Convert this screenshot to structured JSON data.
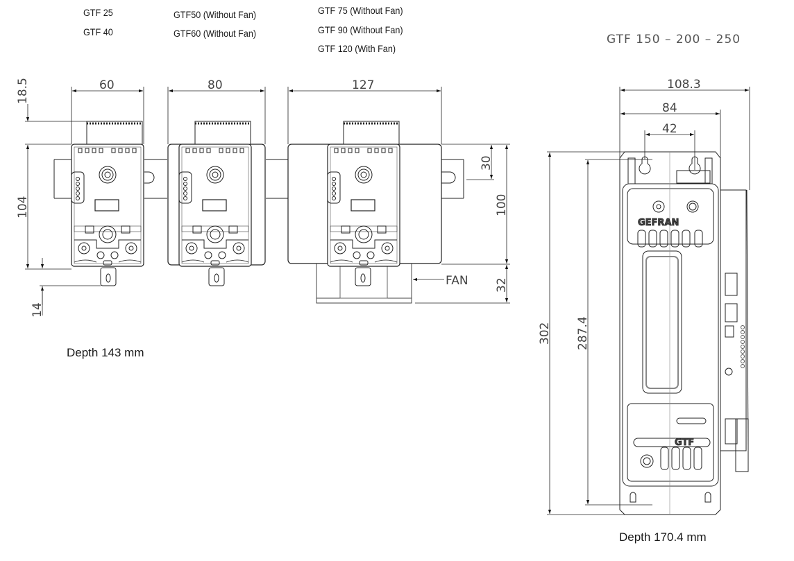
{
  "model_groups": [
    {
      "models": [
        "GTF 25",
        "GTF 40"
      ]
    },
    {
      "models": [
        "GTF50 (Without Fan)",
        "GTF60 (Without Fan)"
      ]
    },
    {
      "models": [
        "GTF 75 (Without Fan)",
        "GTF 90 (Without Fan)",
        "GTF 120 (With Fan)"
      ]
    }
  ],
  "large_model_title": "GTF 150 – 200 – 250",
  "small_units": {
    "unit1_width": "60",
    "unit2_width": "80",
    "unit3_width": "127",
    "terminal_height": "18.5",
    "height": "104",
    "tab_height": "14",
    "rail_offset": "30",
    "unit3_height": "100",
    "fan_height": "32",
    "fan_label": "FAN",
    "depth_label": "Depth 143 mm"
  },
  "large_unit": {
    "overall_width": "108.3",
    "body_width": "84",
    "hole_spacing": "42",
    "overall_height": "302",
    "hole_height": "287.4",
    "brand_text": "GEFRAN",
    "model_text": "GTF",
    "depth_label": "Depth 170.4 mm"
  }
}
